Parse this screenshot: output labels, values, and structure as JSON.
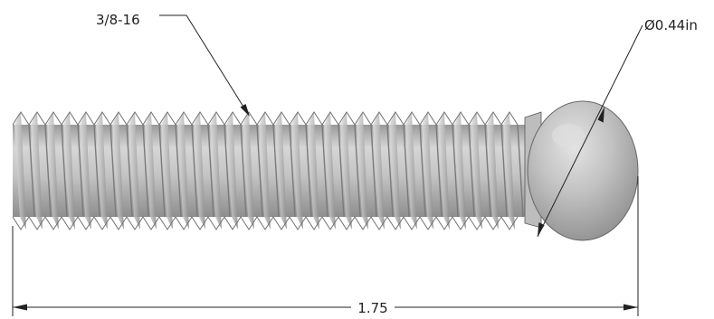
{
  "annotations": {
    "thread_callout": "3/8-16",
    "ball_diameter": "Ø0.44in",
    "overall_length": "1.75"
  },
  "colors": {
    "line": "#222222",
    "thread_light": "#d2d2d2",
    "thread_dark": "#8a8a8a",
    "ball": "#b9b9b9"
  }
}
